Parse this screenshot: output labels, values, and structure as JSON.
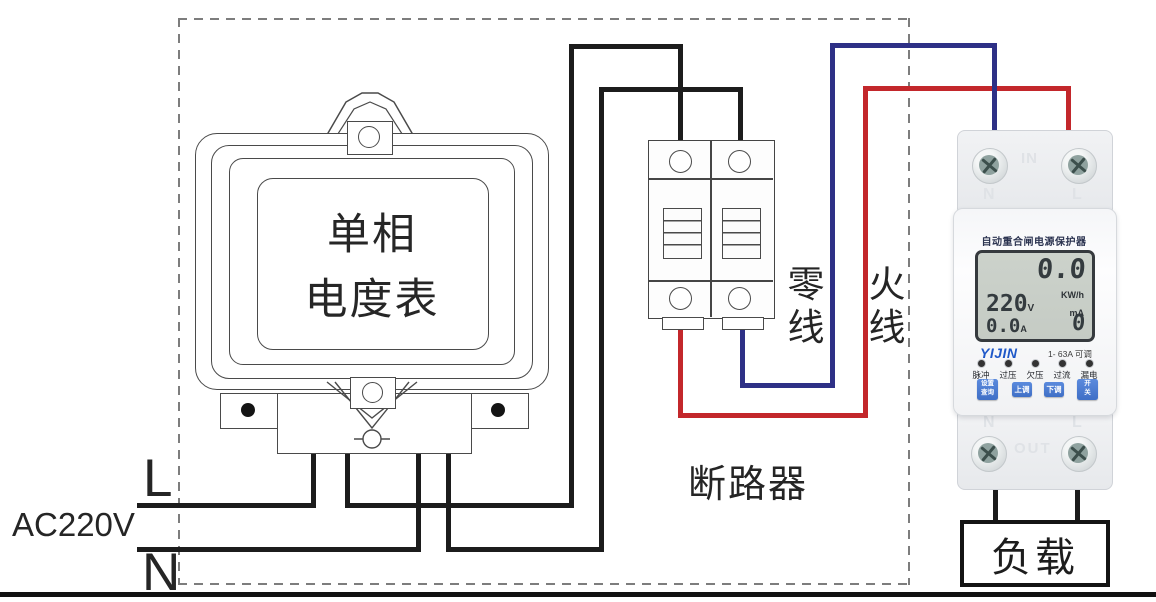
{
  "colors": {
    "wire_black": "#1c1c1c",
    "wire_red": "#c3272b",
    "wire_blue": "#2e3086",
    "button_blue": "#4a7ed2",
    "brand_blue": "#1f58c8",
    "lcd_bg": "#cad0c9",
    "dashed_border": "#7d7d7d"
  },
  "diagram": {
    "meter_line1": "单相",
    "meter_line2": "电度表",
    "breaker_label": "断路器",
    "neutral_wire_label": "零线",
    "live_wire_label": "火线",
    "phase_label": "L",
    "source_label": "AC220V",
    "neutral_label": "N",
    "load_label": "负载"
  },
  "device": {
    "title": "自动重合闸电源保护器",
    "in_label": "IN",
    "out_label": "OUT",
    "in_n": "N",
    "in_l": "L",
    "out_n": "N",
    "out_l": "L",
    "lcd": {
      "energy": "0.0",
      "energy_unit": "KW/h",
      "voltage": "220",
      "voltage_unit": "V",
      "current_unit_ma": "mA",
      "current": "0.0",
      "current_unit": "A",
      "leakage": "0"
    },
    "brand": "YIJIN",
    "rating": "1- 63A 可调",
    "leds": [
      "脉冲",
      "过压",
      "欠压",
      "过流",
      "漏电"
    ],
    "buttons": [
      [
        "设置",
        "查询"
      ],
      [
        "上调"
      ],
      [
        "下调"
      ],
      [
        "开",
        "关"
      ]
    ]
  }
}
